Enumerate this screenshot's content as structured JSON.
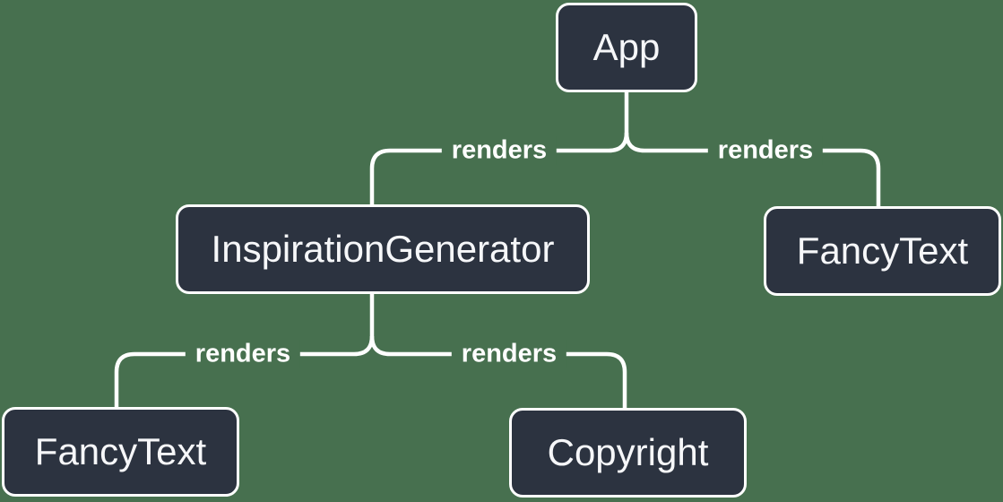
{
  "diagram": {
    "type": "tree",
    "description": "React render tree diagram",
    "colors": {
      "background": "#47704F",
      "node_fill": "#2C3340",
      "node_border": "#FFFFFF",
      "node_text": "#F6F7F9",
      "edge_stroke": "#FFFFFF",
      "edge_label_text": "#FFFFFF"
    },
    "nodes": [
      {
        "id": "app",
        "label": "App"
      },
      {
        "id": "inspiration-generator",
        "label": "InspirationGenerator"
      },
      {
        "id": "fancy-text-right",
        "label": "FancyText"
      },
      {
        "id": "fancy-text-left",
        "label": "FancyText"
      },
      {
        "id": "copyright",
        "label": "Copyright"
      }
    ],
    "edges": [
      {
        "from": "App",
        "to": "InspirationGenerator",
        "label": "renders"
      },
      {
        "from": "App",
        "to": "FancyText",
        "label": "renders"
      },
      {
        "from": "InspirationGenerator",
        "to": "FancyText",
        "label": "renders"
      },
      {
        "from": "InspirationGenerator",
        "to": "Copyright",
        "label": "renders"
      }
    ]
  }
}
